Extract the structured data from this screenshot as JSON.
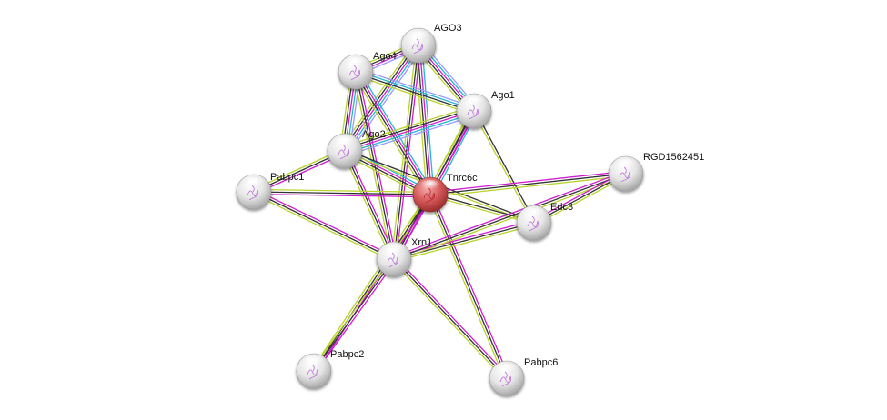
{
  "title": "STRING protein interaction network",
  "edge_colors": {
    "experiments": "#d11bd1",
    "database": "#22b7d4",
    "textmining": "#b8d42a",
    "coexpression": "#333333",
    "homology": "#9a9aff"
  },
  "node_colors": {
    "query": "#d44b4b",
    "neighbor": "#e8e8e8"
  },
  "nodes": [
    {
      "id": "AGO3",
      "label": "AGO3",
      "query": false
    },
    {
      "id": "Ago4",
      "label": "Ago4",
      "query": false
    },
    {
      "id": "Ago1",
      "label": "Ago1",
      "query": false
    },
    {
      "id": "Ago2",
      "label": "Ago2",
      "query": false
    },
    {
      "id": "Tnrc6c",
      "label": "Tnrc6c",
      "query": true
    },
    {
      "id": "Pabpc1",
      "label": "Pabpc1",
      "query": false
    },
    {
      "id": "RGD1562451",
      "label": "RGD1562451",
      "query": false
    },
    {
      "id": "Edc3",
      "label": "Edc3",
      "query": false
    },
    {
      "id": "Xrn1",
      "label": "Xrn1",
      "query": false
    },
    {
      "id": "Pabpc2",
      "label": "Pabpc2",
      "query": false
    },
    {
      "id": "Pabpc6",
      "label": "Pabpc6",
      "query": false
    }
  ],
  "edges": [
    {
      "a": "AGO3",
      "b": "Ago4",
      "types": [
        "homology",
        "experiments",
        "coexpression",
        "textmining"
      ]
    },
    {
      "a": "AGO3",
      "b": "Ago1",
      "types": [
        "homology",
        "database",
        "experiments",
        "coexpression",
        "textmining"
      ]
    },
    {
      "a": "AGO3",
      "b": "Ago2",
      "types": [
        "homology",
        "database",
        "experiments",
        "coexpression",
        "textmining"
      ]
    },
    {
      "a": "AGO3",
      "b": "Tnrc6c",
      "types": [
        "database",
        "experiments",
        "coexpression",
        "textmining"
      ]
    },
    {
      "a": "AGO3",
      "b": "Xrn1",
      "types": [
        "experiments",
        "coexpression",
        "textmining"
      ]
    },
    {
      "a": "Ago4",
      "b": "Ago1",
      "types": [
        "homology",
        "database",
        "coexpression",
        "textmining"
      ]
    },
    {
      "a": "Ago4",
      "b": "Ago2",
      "types": [
        "homology",
        "database",
        "experiments",
        "coexpression",
        "textmining"
      ]
    },
    {
      "a": "Ago4",
      "b": "Tnrc6c",
      "types": [
        "database",
        "experiments",
        "coexpression",
        "textmining"
      ]
    },
    {
      "a": "Ago4",
      "b": "Xrn1",
      "types": [
        "experiments",
        "coexpression",
        "textmining"
      ]
    },
    {
      "a": "Ago1",
      "b": "Ago2",
      "types": [
        "homology",
        "database",
        "experiments",
        "coexpression",
        "textmining"
      ]
    },
    {
      "a": "Ago1",
      "b": "Tnrc6c",
      "types": [
        "database",
        "experiments",
        "coexpression",
        "textmining"
      ]
    },
    {
      "a": "Ago1",
      "b": "Xrn1",
      "types": [
        "experiments",
        "coexpression",
        "textmining"
      ]
    },
    {
      "a": "Ago1",
      "b": "Edc3",
      "types": [
        "coexpression",
        "textmining"
      ]
    },
    {
      "a": "Ago2",
      "b": "Tnrc6c",
      "types": [
        "database",
        "experiments",
        "coexpression",
        "textmining"
      ]
    },
    {
      "a": "Ago2",
      "b": "Xrn1",
      "types": [
        "experiments",
        "coexpression",
        "textmining"
      ]
    },
    {
      "a": "Ago2",
      "b": "Pabpc1",
      "types": [
        "experiments",
        "coexpression",
        "textmining"
      ]
    },
    {
      "a": "Ago2",
      "b": "Edc3",
      "types": [
        "coexpression",
        "textmining"
      ]
    },
    {
      "a": "Tnrc6c",
      "b": "Pabpc1",
      "types": [
        "experiments",
        "coexpression",
        "textmining"
      ]
    },
    {
      "a": "Tnrc6c",
      "b": "RGD1562451",
      "types": [
        "experiments",
        "coexpression",
        "textmining"
      ]
    },
    {
      "a": "Tnrc6c",
      "b": "Edc3",
      "types": [
        "coexpression",
        "textmining"
      ]
    },
    {
      "a": "Tnrc6c",
      "b": "Xrn1",
      "types": [
        "experiments",
        "coexpression",
        "textmining"
      ]
    },
    {
      "a": "Tnrc6c",
      "b": "Pabpc2",
      "types": [
        "experiments",
        "coexpression",
        "textmining"
      ]
    },
    {
      "a": "Tnrc6c",
      "b": "Pabpc6",
      "types": [
        "experiments",
        "coexpression",
        "textmining"
      ]
    },
    {
      "a": "Pabpc1",
      "b": "Xrn1",
      "types": [
        "experiments",
        "coexpression",
        "textmining"
      ]
    },
    {
      "a": "Xrn1",
      "b": "Edc3",
      "types": [
        "experiments",
        "coexpression",
        "textmining"
      ]
    },
    {
      "a": "Xrn1",
      "b": "RGD1562451",
      "types": [
        "experiments",
        "coexpression",
        "textmining"
      ]
    },
    {
      "a": "Xrn1",
      "b": "Pabpc2",
      "types": [
        "experiments",
        "coexpression",
        "textmining"
      ]
    },
    {
      "a": "Xrn1",
      "b": "Pabpc6",
      "types": [
        "experiments",
        "coexpression",
        "textmining"
      ]
    },
    {
      "a": "Edc3",
      "b": "RGD1562451",
      "types": [
        "experiments",
        "coexpression",
        "textmining"
      ]
    }
  ]
}
